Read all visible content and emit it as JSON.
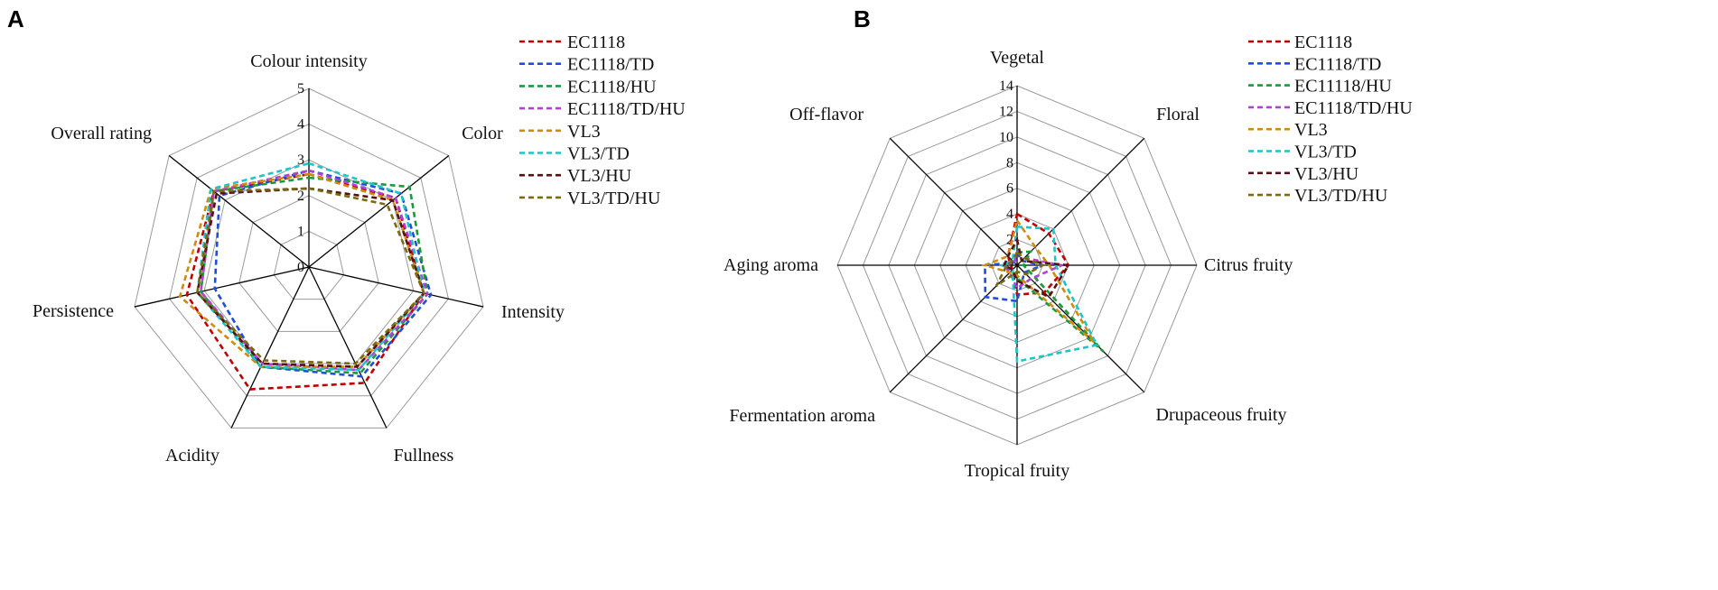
{
  "panels": [
    {
      "letter": "A"
    },
    {
      "letter": "B"
    }
  ],
  "legend": {
    "panel_a": [
      "EC1118",
      "EC1118/TD",
      "EC1118/HU",
      "EC1118/TD/HU",
      "VL3",
      "VL3/TD",
      "VL3/HU",
      "VL3/TD/HU"
    ],
    "panel_b": [
      "EC1118",
      "EC1118/TD",
      "EC11118/HU",
      "EC1118/TD/HU",
      "VL3",
      "VL3/TD",
      "VL3/HU",
      "VL3/TD/HU"
    ]
  },
  "colors": {
    "EC1118": "#c00000",
    "EC1118/TD": "#1f4fd8",
    "EC1118/HU": "#1a9a3a",
    "EC1118/TD/HU": "#b040d8",
    "VL3": "#d08a10",
    "VL3/TD": "#20c4c8",
    "VL3/HU": "#5a1010",
    "VL3/TD/HU": "#7a6a10"
  },
  "chart_data": [
    {
      "type": "radar",
      "axes": [
        "Colour intensity",
        "Color",
        "Intensity",
        "Fullness",
        "Acidity",
        "Persistence",
        "Overall rating"
      ],
      "ticks": [
        "0",
        "1",
        "2",
        "3",
        "4",
        "5"
      ],
      "range": [
        0,
        5
      ],
      "series": [
        {
          "name": "EC1118",
          "values": [
            2.6,
            3.1,
            3.3,
            3.6,
            3.8,
            3.5,
            3.4
          ]
        },
        {
          "name": "EC1118/TD",
          "values": [
            2.7,
            3.3,
            3.5,
            3.4,
            3.1,
            2.7,
            3.2
          ]
        },
        {
          "name": "EC1118/HU",
          "values": [
            2.5,
            3.6,
            3.4,
            3.3,
            3.1,
            3.1,
            3.4
          ]
        },
        {
          "name": "EC1118/TD/HU",
          "values": [
            2.7,
            3.1,
            3.4,
            3.2,
            3.0,
            3.1,
            3.4
          ]
        },
        {
          "name": "VL3",
          "values": [
            2.6,
            3.0,
            3.3,
            3.1,
            3.1,
            3.7,
            3.5
          ]
        },
        {
          "name": "VL3/TD",
          "values": [
            2.9,
            3.3,
            3.3,
            3.2,
            3.1,
            3.2,
            3.5
          ]
        },
        {
          "name": "VL3/HU",
          "values": [
            2.2,
            3.0,
            3.3,
            3.1,
            3.0,
            3.2,
            3.3
          ]
        },
        {
          "name": "VL3/TD/HU",
          "values": [
            2.2,
            2.8,
            3.3,
            3.0,
            2.9,
            3.2,
            3.4
          ]
        }
      ]
    },
    {
      "type": "radar",
      "axes": [
        "Vegetal",
        "Floral",
        "Citrus fruity",
        "Drupaceous fruity",
        "Tropical fruity",
        "Fermentation aroma",
        "Aging aroma",
        "Off-flavor"
      ],
      "ticks": [
        "0",
        "2",
        "4",
        "6",
        "8",
        "10",
        "12",
        "14"
      ],
      "range": [
        0,
        14
      ],
      "series": [
        {
          "name": "EC1118",
          "values": [
            4.0,
            3.5,
            4.0,
            3.0,
            2.3,
            0.5,
            0.5,
            1.0
          ]
        },
        {
          "name": "EC1118/TD",
          "values": [
            1.0,
            0.5,
            2.0,
            0.8,
            2.8,
            3.5,
            2.5,
            0.3
          ]
        },
        {
          "name": "EC1118/HU",
          "values": [
            1.0,
            1.5,
            0.5,
            9.5,
            1.0,
            0.6,
            1.0,
            0.3
          ]
        },
        {
          "name": "EC1118/TD/HU",
          "values": [
            1.0,
            0.8,
            3.5,
            1.5,
            1.8,
            0.8,
            1.0,
            0.3
          ]
        },
        {
          "name": "VL3",
          "values": [
            3.5,
            2.0,
            2.5,
            8.5,
            0.8,
            0.8,
            2.5,
            1.0
          ]
        },
        {
          "name": "VL3/TD",
          "values": [
            3.0,
            4.0,
            3.0,
            8.8,
            7.5,
            0.5,
            1.2,
            0.5
          ]
        },
        {
          "name": "VL3/HU",
          "values": [
            2.0,
            0.5,
            4.0,
            3.5,
            1.2,
            0.5,
            1.0,
            1.0
          ]
        },
        {
          "name": "VL3/TD/HU",
          "values": [
            1.0,
            0.8,
            2.0,
            1.0,
            0.5,
            2.3,
            0.8,
            0.5
          ]
        }
      ]
    }
  ]
}
